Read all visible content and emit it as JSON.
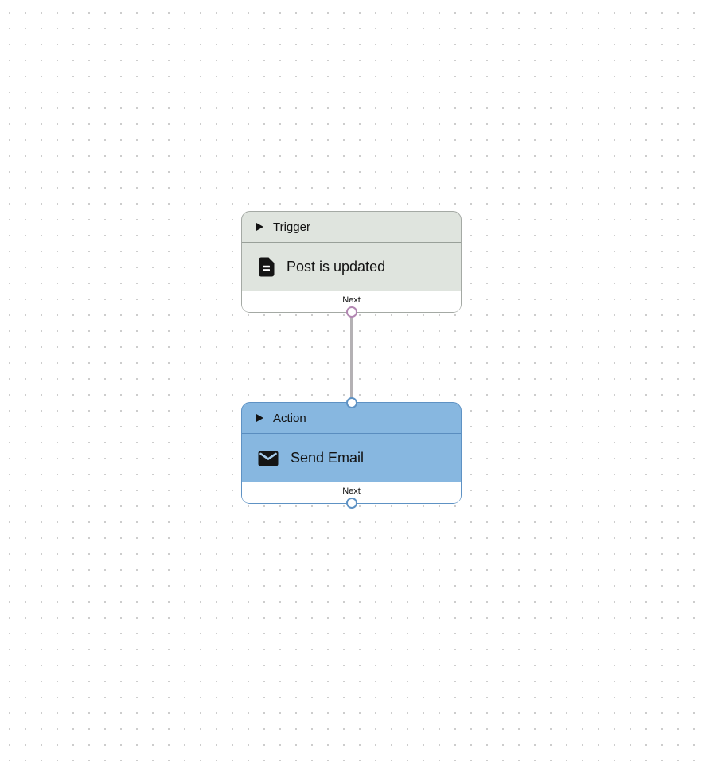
{
  "canvas": {
    "background_color": "#ffffff",
    "dot_color": "#c9c9c9"
  },
  "nodes": [
    {
      "id": "trigger",
      "type_label": "Trigger",
      "title": "Post is updated",
      "icon": "document-icon",
      "port_label": "Next",
      "colors": {
        "background": "#dfe4de",
        "border": "#a4a9a4",
        "separator": "#99a099",
        "port_border": "#b287b2"
      }
    },
    {
      "id": "action",
      "type_label": "Action",
      "title": "Send Email",
      "icon": "email-icon",
      "port_label": "Next",
      "colors": {
        "background": "#87b7e0",
        "border": "#5e92c4",
        "separator": "#5a8dbf",
        "port_border": "#5e92c4"
      }
    }
  ],
  "edge": {
    "from": "trigger",
    "to": "action",
    "color": "#b4b1b4"
  }
}
